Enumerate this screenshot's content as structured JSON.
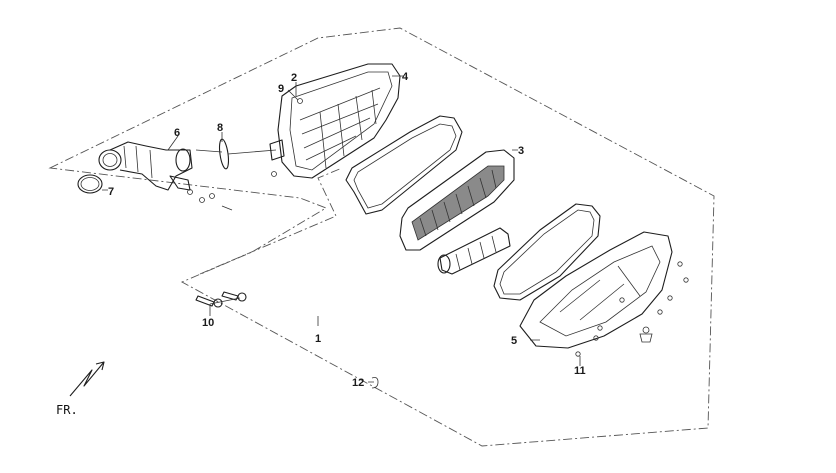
{
  "callouts": {
    "c1": "1",
    "c2": "2",
    "c3": "3",
    "c4": "4",
    "c5": "5",
    "c6": "6",
    "c7": "7",
    "c8": "8",
    "c9": "9",
    "c10": "10",
    "c11": "11",
    "c12": "12"
  },
  "front_marker": {
    "text": "FR."
  },
  "colors": {
    "line": "#1e1e1e",
    "dash": "#555555",
    "filter_mesh": "#8a8a8a",
    "background": "#ffffff"
  }
}
